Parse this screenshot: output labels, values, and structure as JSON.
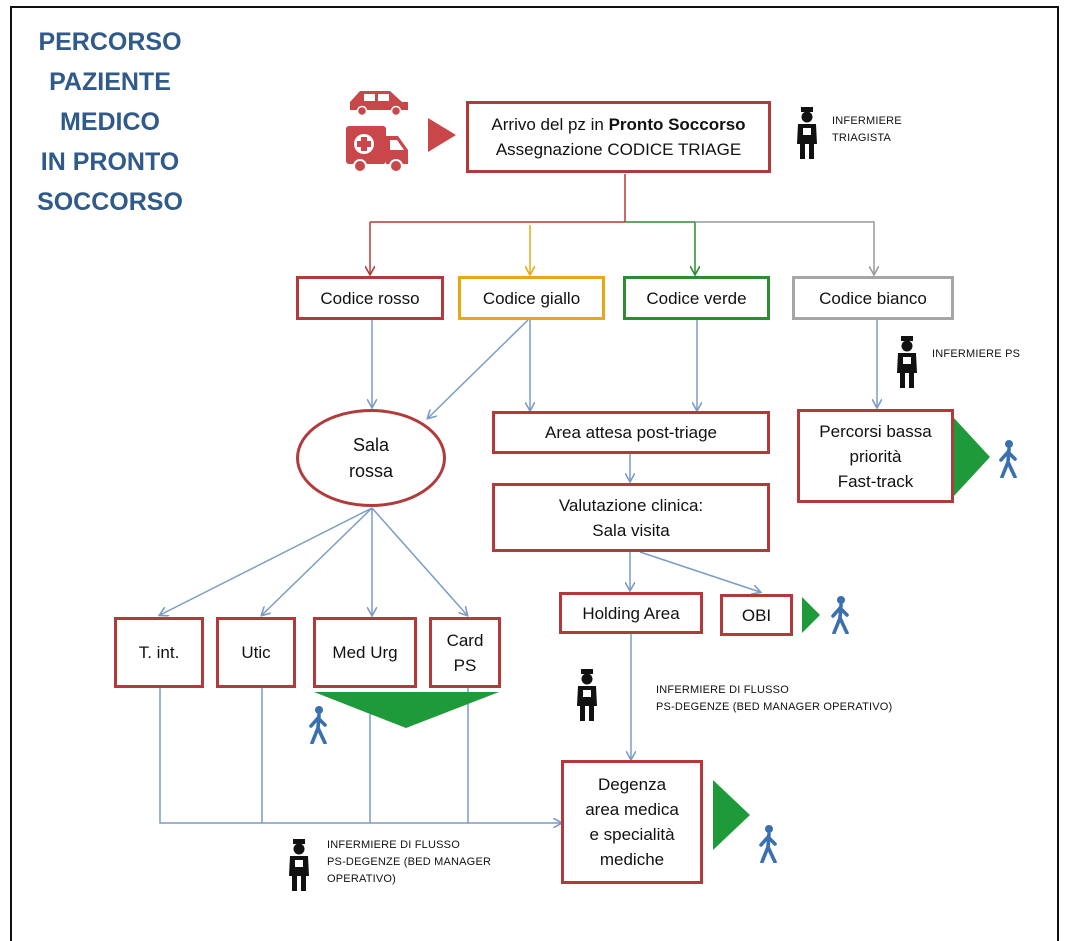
{
  "title": [
    "PERCORSO",
    "PAZIENTE",
    "MEDICO",
    "IN PRONTO",
    "SOCCORSO"
  ],
  "arrival": {
    "prefix": "Arrivo del pz in ",
    "bold": "Pronto Soccorso",
    "line2": "Assegnazione CODICE TRIAGE"
  },
  "triage_codes": {
    "red": "Codice rosso",
    "yellow": "Codice giallo",
    "green": "Codice verde",
    "white": "Codice bianco"
  },
  "nodes": {
    "sala_rossa": "Sala\nrossa",
    "area_attesa": "Area attesa post-triage",
    "valutazione": "Valutazione clinica:\nSala visita",
    "holding": "Holding Area",
    "obi": "OBI",
    "percorsi": "Percorsi bassa\npriorità\nFast-track",
    "t_int": "T. int.",
    "utic": "Utic",
    "med_urg": "Med Urg",
    "card_ps": "Card\nPS",
    "degenza": "Degenza\narea medica\ne specialità\nmediche"
  },
  "labels": {
    "triagista": "INFERMIERE\nTRIAGISTA",
    "infermiere_ps": "INFERMIERE PS",
    "flusso_right": "INFERMIERE DI FLUSSO\nPS-DEGENZE (BED MANAGER OPERATIVO)",
    "flusso_bottom": "INFERMIERE DI FLUSSO\nPS-DEGENZE (BED MANAGER\nOPERATIVO)"
  },
  "icons": [
    "car-icon",
    "ambulance-icon",
    "nurse-icon",
    "walking-person-icon",
    "play-triangle-icon"
  ],
  "colors": {
    "title": "#2f5a8a",
    "red": "#b23a3a",
    "yellow": "#e8a812",
    "green": "#2f8a30",
    "white_code": "#a6a6a6",
    "arrow_blue": "#7a9cc6",
    "triangle_green": "#1e9a3a",
    "walker_blue": "#3a6fb0"
  }
}
